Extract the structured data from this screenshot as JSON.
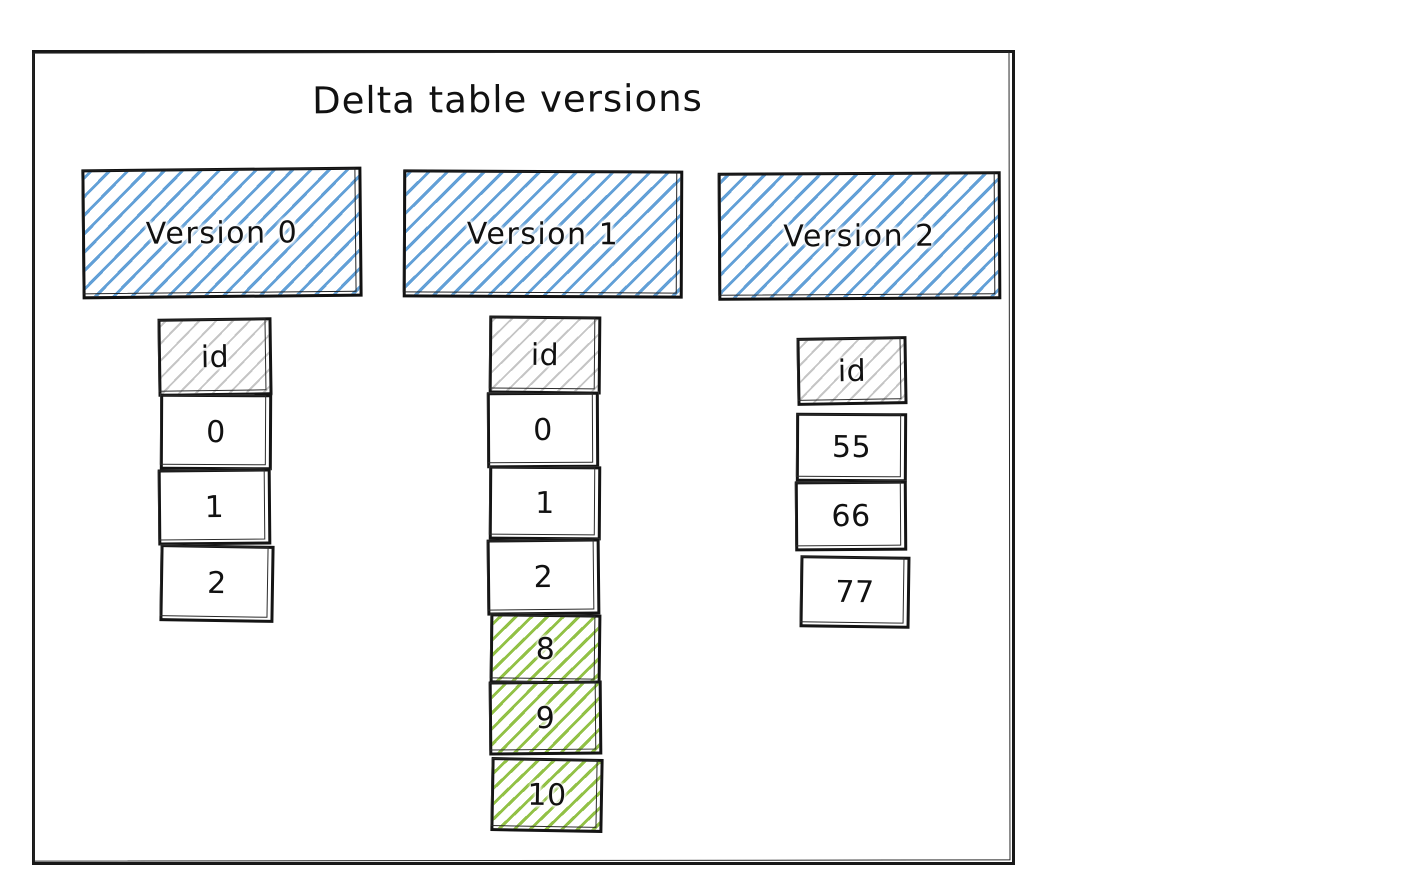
{
  "diagram": {
    "title": "Delta table versions",
    "frame_color": "#181818",
    "accent_blue": "#5a9bd5",
    "accent_green": "#8cbe3c",
    "header_gray": "#969696"
  },
  "versions": [
    {
      "banner": "Version 0",
      "column_header": "id",
      "rows": [
        {
          "value": "0",
          "state": "existing"
        },
        {
          "value": "1",
          "state": "existing"
        },
        {
          "value": "2",
          "state": "existing"
        }
      ]
    },
    {
      "banner": "Version 1",
      "column_header": "id",
      "rows": [
        {
          "value": "0",
          "state": "existing"
        },
        {
          "value": "1",
          "state": "existing"
        },
        {
          "value": "2",
          "state": "existing"
        },
        {
          "value": "8",
          "state": "added"
        },
        {
          "value": "9",
          "state": "added"
        },
        {
          "value": "10",
          "state": "added"
        }
      ]
    },
    {
      "banner": "Version 2",
      "column_header": "id",
      "rows": [
        {
          "value": "55",
          "state": "existing"
        },
        {
          "value": "66",
          "state": "existing"
        },
        {
          "value": "77",
          "state": "existing"
        }
      ]
    }
  ]
}
